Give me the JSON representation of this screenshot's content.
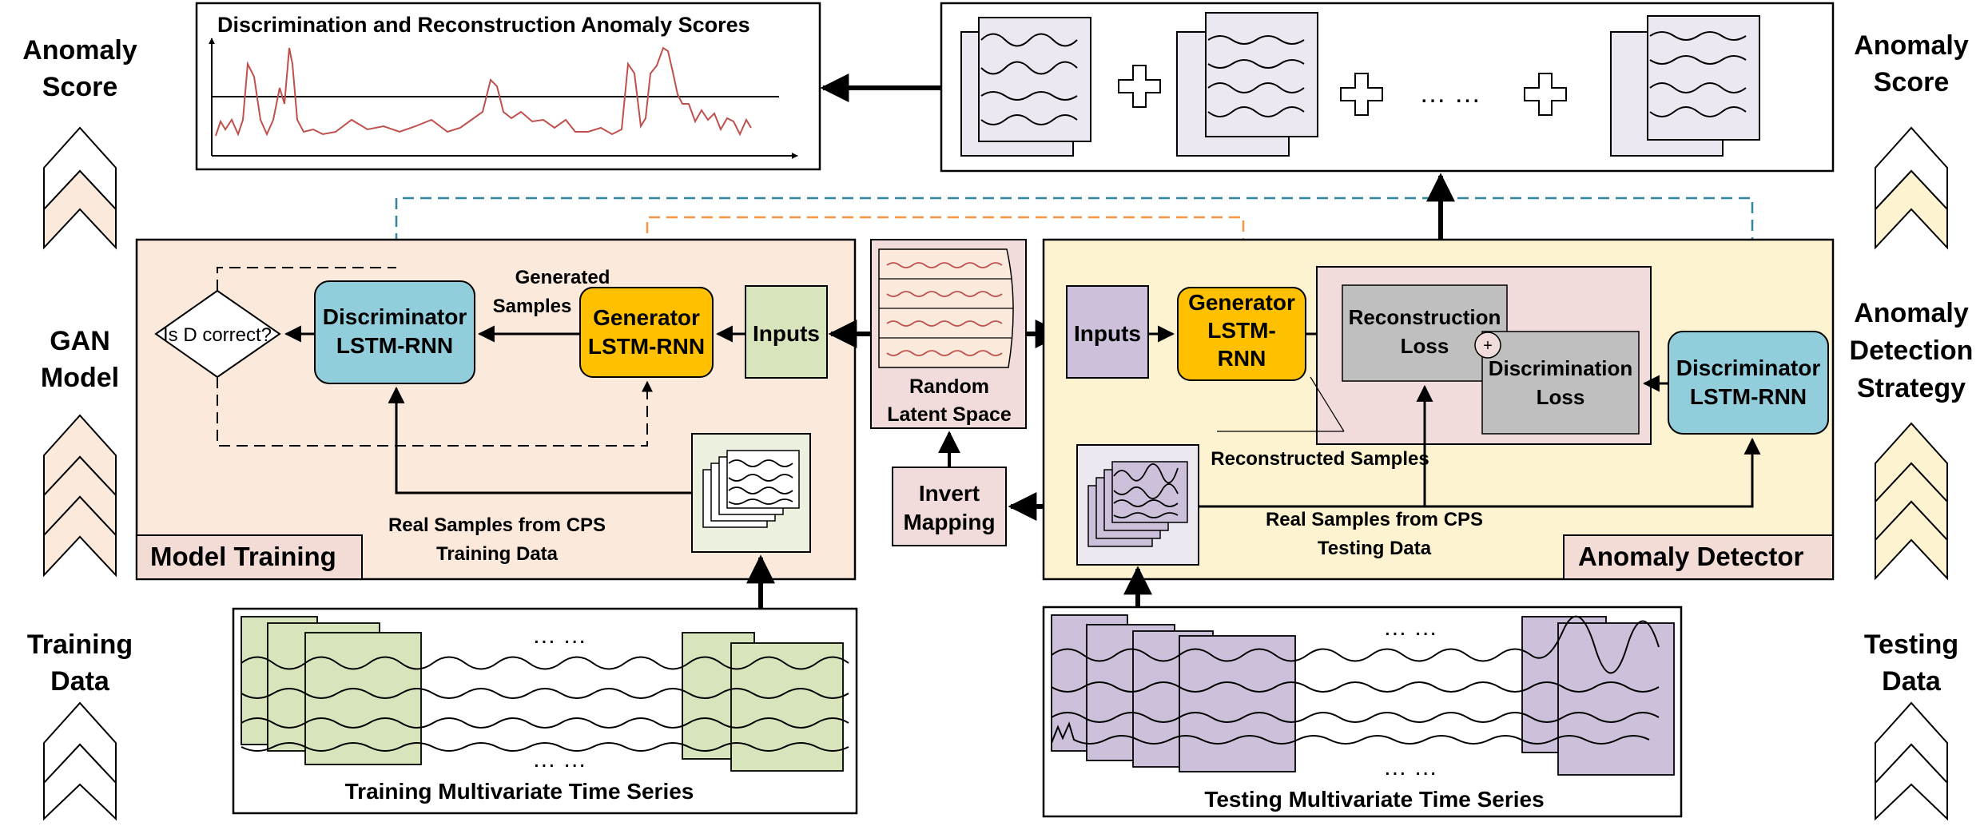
{
  "side_left": {
    "anomaly_score": [
      "Anomaly",
      "Score"
    ],
    "gan_model": [
      "GAN",
      "Model"
    ],
    "training_data": [
      "Training",
      "Data"
    ]
  },
  "side_right": {
    "anomaly_score": [
      "Anomaly",
      "Score"
    ],
    "strategy": [
      "Anomaly",
      "Detection",
      "Strategy"
    ],
    "testing_data": [
      "Testing",
      "Data"
    ]
  },
  "score_panel": {
    "title": "Discrimination and Reconstruction Anomaly  Scores"
  },
  "top_right_panel": {
    "ellipsis": "… …"
  },
  "model_training": {
    "section_label": "Model Training",
    "decision": "Is D correct?",
    "discriminator": [
      "Discriminator",
      "LSTM-RNN"
    ],
    "generated_samples": [
      "Generated",
      "Samples"
    ],
    "generator": [
      "Generator",
      "LSTM-RNN"
    ],
    "inputs": "Inputs",
    "real_samples": [
      "Real Samples from CPS",
      "Training Data"
    ]
  },
  "latent": {
    "label": [
      "Random",
      "Latent Space"
    ]
  },
  "invert": {
    "label": [
      "Invert",
      "Mapping"
    ]
  },
  "anomaly_detector": {
    "section_label": "Anomaly Detector",
    "inputs": "Inputs",
    "generator": [
      "Generator",
      "LSTM-",
      "RNN"
    ],
    "reconstruction_loss": [
      "Reconstruction",
      "Loss"
    ],
    "combine_symbol": "+",
    "discrimination_loss": [
      "Discrimination",
      "Loss"
    ],
    "discriminator": [
      "Discriminator",
      "LSTM-RNN"
    ],
    "reconstructed_samples": "Reconstructed Samples",
    "real_samples": [
      "Real Samples from CPS",
      "Testing Data"
    ]
  },
  "training_series": {
    "label": "Training Multivariate Time Series",
    "ellipsis_top": "… …",
    "ellipsis_bottom": "… …"
  },
  "testing_series": {
    "label": "Testing Multivariate Time Series",
    "ellipsis_top": "… …",
    "ellipsis_bottom": "… …"
  },
  "colors": {
    "training_bg": "#fbe9dc",
    "detector_bg": "#fdf3d0",
    "label_tag": "#f3dcd6",
    "discriminator": "#92cddc",
    "generator": "#ffc000",
    "inputs_train": "#d8e4bc",
    "inputs_test": "#ccc0da",
    "latent": "#f2dcdb",
    "loss_panel": "#f2dcdb",
    "loss_box": "#bfbfbf",
    "train_series": "#d8e4bc",
    "test_series": "#ccc0da",
    "score_line": "#c0504d",
    "dash_blue": "#31859c",
    "dash_orange": "#f79646",
    "chevron_fill": "#fbe9dc",
    "chevron_fill_right": "#fdf3d0"
  },
  "icons": [
    "chevron-up-icon",
    "plus-icon",
    "arrow-icon",
    "combine-icon"
  ]
}
